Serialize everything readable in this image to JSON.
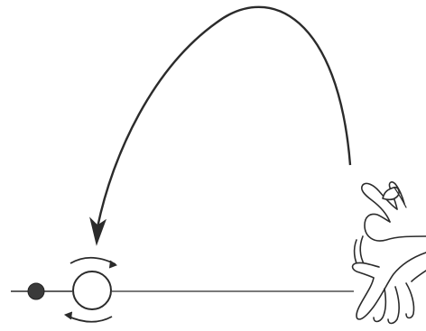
{
  "diagram": {
    "background": "#ffffff",
    "stroke_color": "#2b2b2b",
    "ball_fill": "#3a3a3a",
    "elements": [
      "throw-arc-arrow",
      "rotation-arrows-icon",
      "ring-circle",
      "dark-ball",
      "ground-line",
      "hand-icon"
    ]
  }
}
